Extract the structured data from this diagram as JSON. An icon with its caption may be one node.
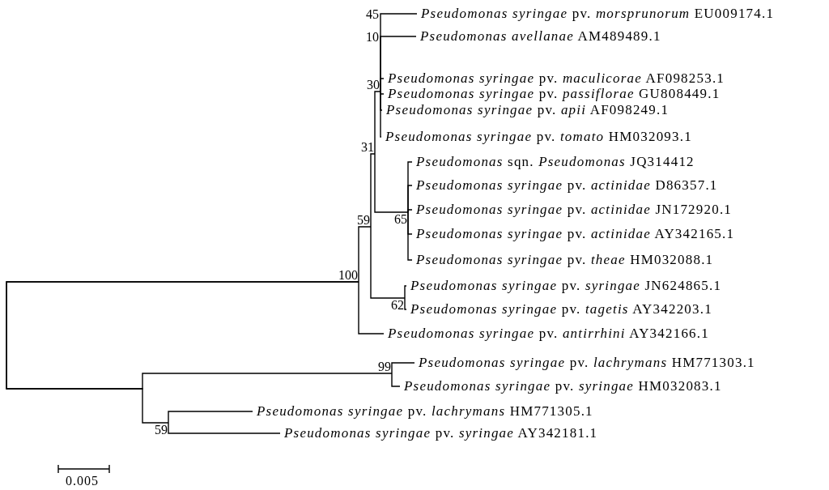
{
  "diagram": {
    "nodes": [
      {
        "text": [
          "*Pseudomonas syringae* pv. *morsprunorum* EU009174.1"
        ]
      },
      {
        "text": [
          "*Pseudomonas avellanae* AM489489.1"
        ]
      },
      {
        "text": [
          "*Pseudomonas syringae* pv. *maculicorae* AF098253.1"
        ]
      },
      {
        "text": [
          "*Pseudomonas syringae* pv. *passiflorae* GU808449.1"
        ]
      },
      {
        "text": [
          "*Pseudomonas syringae* pv. *apii* AF098249.1"
        ]
      },
      {
        "text": [
          "*Pseudomonas syringae* pv. *tomato* HM032093.1"
        ]
      },
      {
        "text": [
          "*Pseudomonas* sqn. *Pseudomonas* JQ314412"
        ]
      },
      {
        "text": [
          "*Pseudomonas syringae* pv. *actinidae* D86357.1"
        ]
      },
      {
        "text": [
          "*Pseudomonas syringae* pv. *actinidae* JN172920.1"
        ]
      },
      {
        "text": [
          "*Pseudomonas syringae* pv. *actinidae* AY342165.1"
        ]
      },
      {
        "text": [
          "*Pseudomonas syringae* pv. *theae* HM032088.1"
        ]
      },
      {
        "text": [
          "*Pseudomonas syringae* pv. *syringae* JN624865.1"
        ]
      },
      {
        "text": [
          "*Pseudomonas syringae* pv. *tagetis* AY342203.1"
        ]
      },
      {
        "text": [
          "*Pseudomonas syringae* pv. *antirrhini* AY342166.1"
        ]
      },
      {
        "text": [
          "*Pseudomonas syringae* pv. *lachrymans* HM771303.1"
        ]
      },
      {
        "text": [
          "*Pseudomonas syringae* pv. *syringae* HM032083.1"
        ]
      },
      {
        "text": [
          "*Pseudomonas syringae* pv. *lachrymans* HM771305.1"
        ]
      },
      {
        "text": [
          "*Pseudomonas syringae* pv. *syringae* AY342181.1"
        ]
      },
      {
        "text": [
          "30"
        ]
      },
      {
        "text": [
          "31"
        ]
      },
      {
        "text": [
          "59"
        ]
      },
      {
        "text": [
          "65"
        ]
      },
      {
        "text": [
          "100"
        ]
      },
      {
        "text": [
          "62"
        ]
      },
      {
        "text": [
          "99"
        ]
      },
      {
        "text": [
          "59"
        ]
      }
    ],
    "edges": [
      {
        "from": 18,
        "to": 0,
        "arrow": "none"
      },
      {
        "from": 18,
        "to": 1,
        "arrow": "none"
      },
      {
        "from": 18,
        "to": 2,
        "arrow": "none"
      },
      {
        "from": 18,
        "to": 3,
        "arrow": "none"
      },
      {
        "from": 18,
        "to": 4,
        "arrow": "none"
      },
      {
        "from": 18,
        "to": 5,
        "arrow": "none"
      },
      {
        "from": 19,
        "to": 18,
        "arrow": "none"
      },
      {
        "from": 19,
        "to": 21,
        "arrow": "none"
      },
      {
        "from": 21,
        "to": 6,
        "arrow": "none"
      },
      {
        "from": 21,
        "to": 7,
        "arrow": "none"
      },
      {
        "from": 21,
        "to": 8,
        "arrow": "none"
      },
      {
        "from": 21,
        "to": 9,
        "arrow": "none"
      },
      {
        "from": 21,
        "to": 10,
        "arrow": "none"
      },
      {
        "from": 20,
        "to": 19,
        "arrow": "none"
      },
      {
        "from": 20,
        "to": 23,
        "arrow": "none"
      },
      {
        "from": 23,
        "to": 11,
        "arrow": "none"
      },
      {
        "from": 23,
        "to": 12,
        "arrow": "none"
      },
      {
        "from": 22,
        "to": 20,
        "arrow": "none"
      },
      {
        "from": 22,
        "to": 13,
        "arrow": "none"
      },
      {
        "from": 22,
        "to": 24,
        "arrow": "none"
      },
      {
        "from": 22,
        "to": 25,
        "arrow": "none"
      },
      {
        "from": 24,
        "to": 14,
        "arrow": "none"
      },
      {
        "from": 24,
        "to": 15,
        "arrow": "none"
      },
      {
        "from": 25,
        "to": 16,
        "arrow": "none"
      },
      {
        "from": 25,
        "to": 17,
        "arrow": "none"
      }
    ],
    "labels": [
      "45",
      "10",
      "0.005"
    ]
  }
}
